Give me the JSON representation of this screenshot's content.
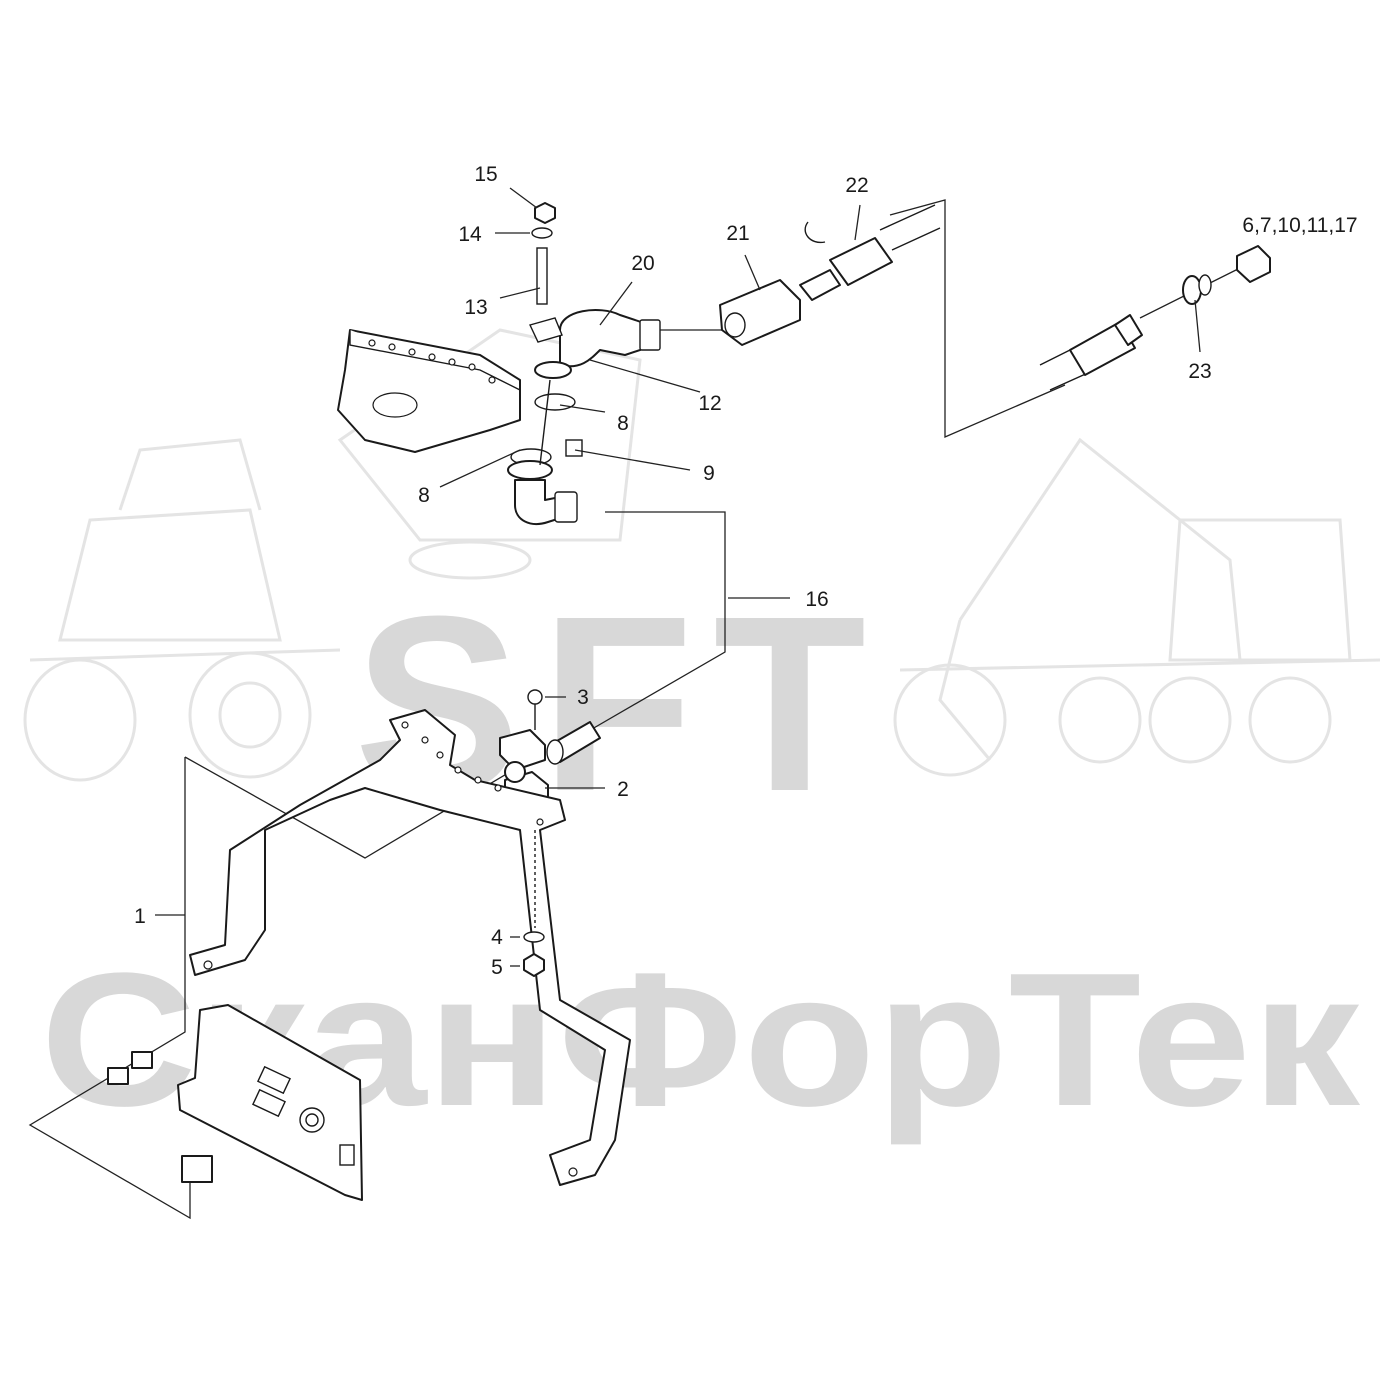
{
  "watermark": {
    "brand": "SFT",
    "company": "СканФорТек"
  },
  "labels": [
    {
      "id": "l15",
      "text": "15"
    },
    {
      "id": "l14",
      "text": "14"
    },
    {
      "id": "l13",
      "text": "13"
    },
    {
      "id": "l20",
      "text": "20"
    },
    {
      "id": "l21",
      "text": "21"
    },
    {
      "id": "l22",
      "text": "22"
    },
    {
      "id": "lmulti",
      "text": "6,7,10,11,17"
    },
    {
      "id": "l23",
      "text": "23"
    },
    {
      "id": "l12",
      "text": "12"
    },
    {
      "id": "l8a",
      "text": "8"
    },
    {
      "id": "l8b",
      "text": "8"
    },
    {
      "id": "l9",
      "text": "9"
    },
    {
      "id": "l16",
      "text": "16"
    },
    {
      "id": "l3",
      "text": "3"
    },
    {
      "id": "l2",
      "text": "2"
    },
    {
      "id": "l1",
      "text": "1"
    },
    {
      "id": "l4",
      "text": "4"
    },
    {
      "id": "l5",
      "text": "5"
    }
  ]
}
